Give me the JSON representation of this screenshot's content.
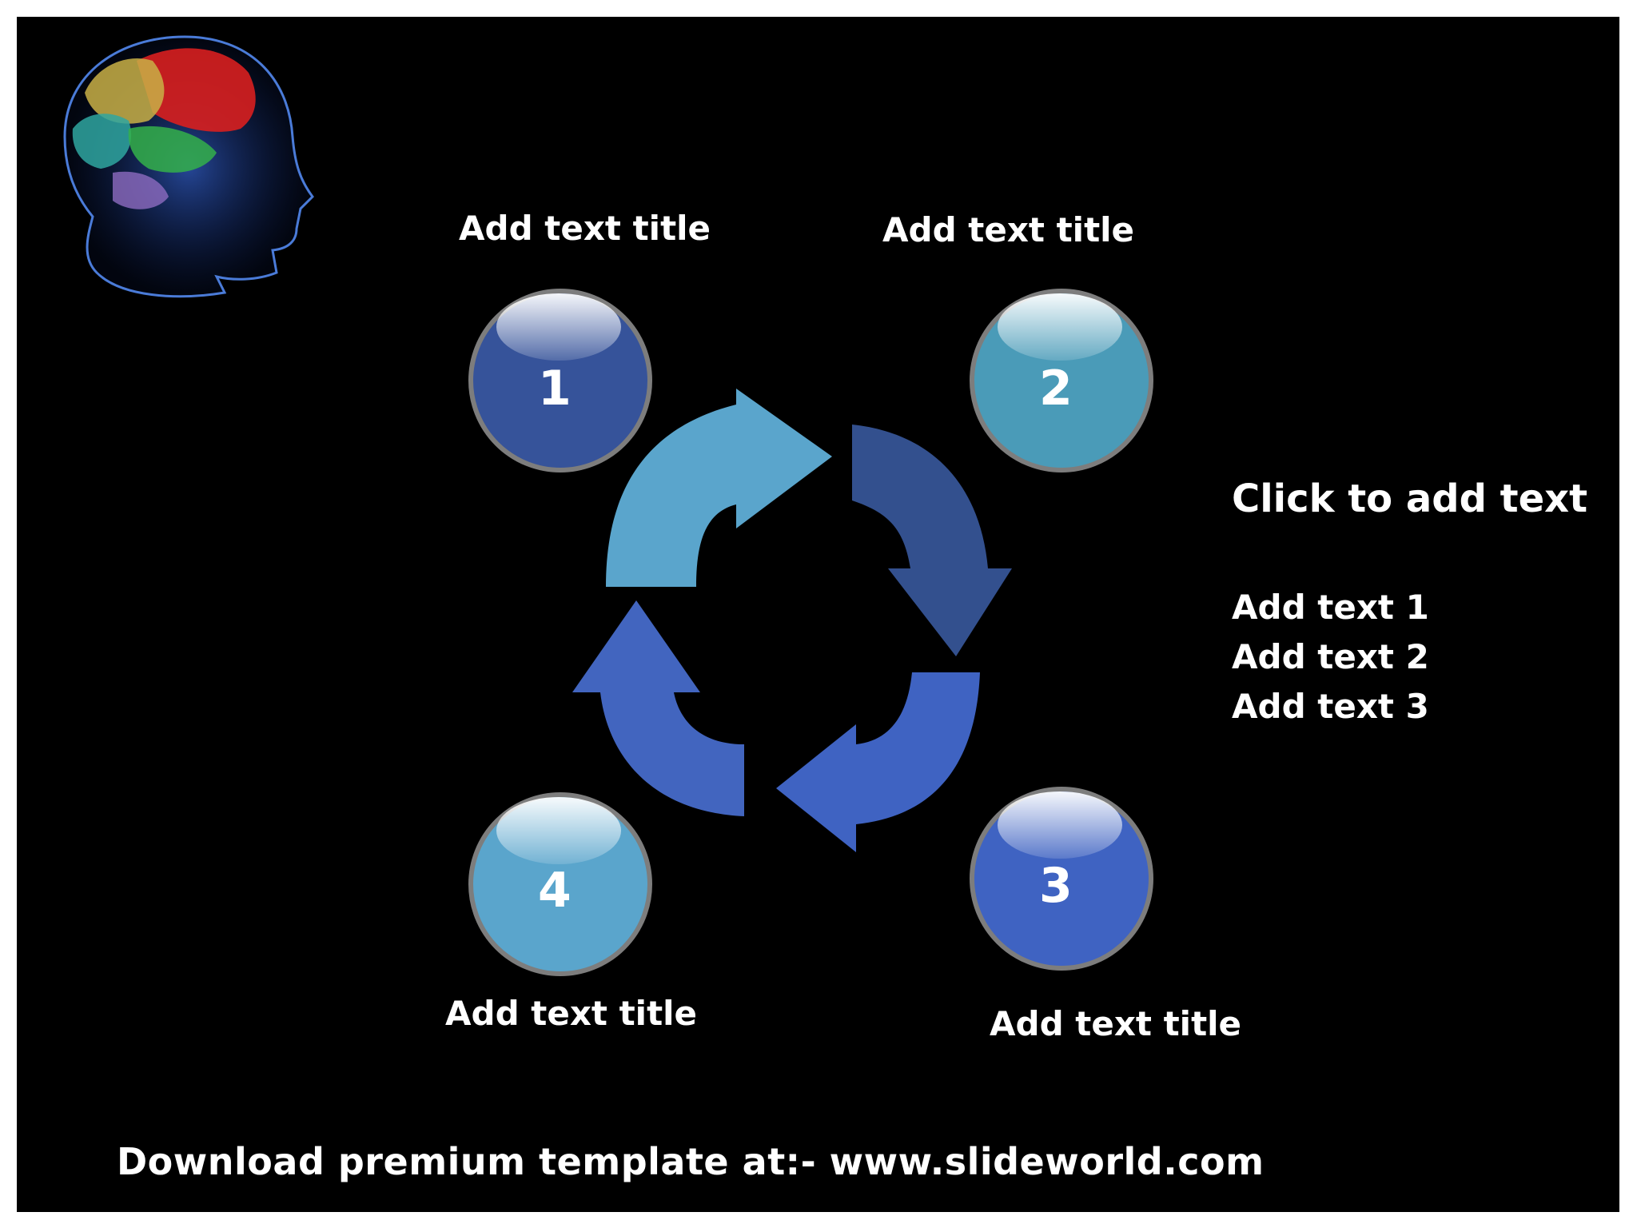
{
  "steps": [
    {
      "number": "1",
      "title": "Add text title",
      "color": "#36539a"
    },
    {
      "number": "2",
      "title": "Add text title",
      "color": "#4a9bb8"
    },
    {
      "number": "3",
      "title": "Add text title",
      "color": "#3f63c2"
    },
    {
      "number": "4",
      "title": "Add text title",
      "color": "#5aa5cc"
    }
  ],
  "arrows": {
    "top_left_color": "#5aa5cc",
    "top_right_color": "#33508e",
    "bottom_right_color": "#3f63c2",
    "bottom_left_color": "#4265bf"
  },
  "side": {
    "heading": "Click to add text",
    "items": [
      "Add text 1",
      "Add text 2",
      "Add text 3"
    ]
  },
  "footer": "Download premium template at:- www.slideworld.com",
  "background": "#000000",
  "icons": {
    "head": "brain-head-illustration"
  }
}
